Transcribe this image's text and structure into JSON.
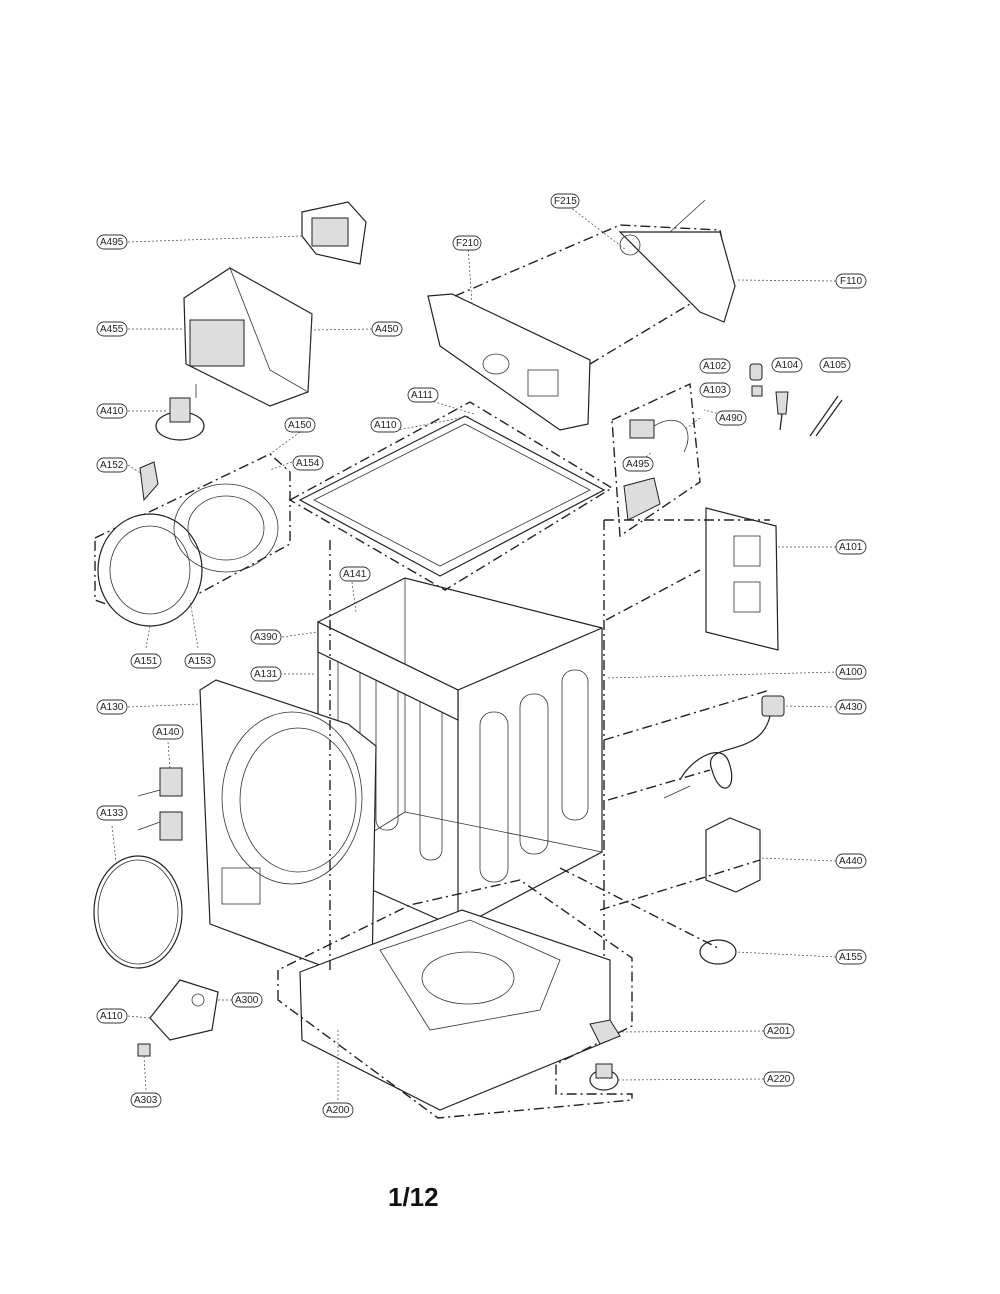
{
  "page_number": "1/12",
  "callouts": [
    {
      "id": "F215"
    },
    {
      "id": "A495"
    },
    {
      "id": "F110"
    },
    {
      "id": "F210"
    },
    {
      "id": "A455"
    },
    {
      "id": "A450"
    },
    {
      "id": "A102"
    },
    {
      "id": "A104"
    },
    {
      "id": "A105"
    },
    {
      "id": "A103"
    },
    {
      "id": "A410"
    },
    {
      "id": "A110"
    },
    {
      "id": "A111"
    },
    {
      "id": "A490"
    },
    {
      "id": "A150"
    },
    {
      "id": "A152"
    },
    {
      "id": "A154"
    },
    {
      "id": "A495"
    },
    {
      "id": "A101"
    },
    {
      "id": "A141"
    },
    {
      "id": "A390"
    },
    {
      "id": "A151"
    },
    {
      "id": "A153"
    },
    {
      "id": "A131"
    },
    {
      "id": "A100"
    },
    {
      "id": "A130"
    },
    {
      "id": "A430"
    },
    {
      "id": "A140"
    },
    {
      "id": "A133"
    },
    {
      "id": "A440"
    },
    {
      "id": "A155"
    },
    {
      "id": "A110"
    },
    {
      "id": "A300"
    },
    {
      "id": "A201"
    },
    {
      "id": "A220"
    },
    {
      "id": "A303"
    },
    {
      "id": "A200"
    }
  ]
}
